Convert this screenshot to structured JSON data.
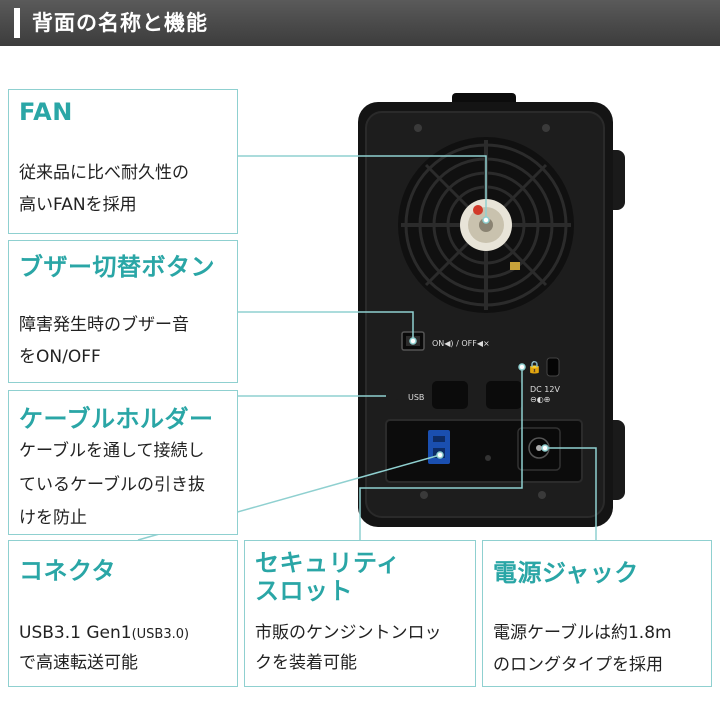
{
  "header": {
    "title": "背面の名称と機能"
  },
  "callouts": {
    "fan": {
      "title": "FAN",
      "line1": "従来品に比べ耐久性の",
      "line2": "高いFANを採用"
    },
    "buzzer": {
      "title": "ブザー切替ボタン",
      "line1": "障害発生時のブザー音",
      "line2": "をON/OFF"
    },
    "holder": {
      "title": "ケーブルホルダー",
      "line1": "ケーブルを通して接続し",
      "line2": "ているケーブルの引き抜",
      "line3": "けを防止"
    },
    "connector": {
      "title": "コネクタ",
      "line1_main": "USB3.1 Gen1",
      "line1_small": "(USB3.0)",
      "line2": "で高速転送可能"
    },
    "security": {
      "title1": "セキュリティ",
      "title2": "スロット",
      "line1": "市販のケンジントンロッ",
      "line2": "クを装着可能"
    },
    "power": {
      "title": "電源ジャック",
      "line1": "電源ケーブルは約1.8m",
      "line2": "のロングタイプを採用"
    }
  },
  "device_labels": {
    "usb_top": "USB",
    "switch_label": "ON◀) / OFF◀×",
    "usb_mid": "USB",
    "dc_label": "DC 12V",
    "dc_symbol": "⊖◐⊕"
  },
  "colors": {
    "accent": "#2aa6a6",
    "border": "#8fd0d0",
    "header_bg": "#4a4a4a",
    "device": "#141414"
  }
}
